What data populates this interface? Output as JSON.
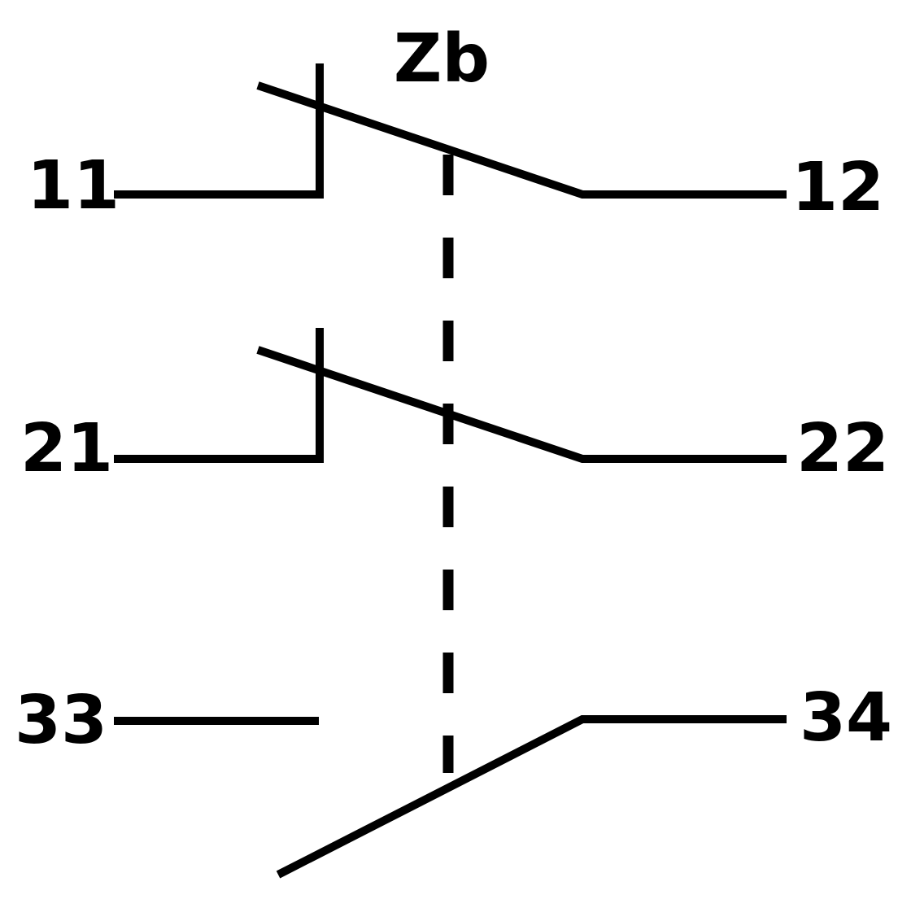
{
  "diagram": {
    "title": "Zb",
    "contacts": [
      {
        "type": "normally-closed",
        "left_terminal": "11",
        "right_terminal": "12"
      },
      {
        "type": "normally-closed",
        "left_terminal": "21",
        "right_terminal": "22"
      },
      {
        "type": "normally-open",
        "left_terminal": "33",
        "right_terminal": "34"
      }
    ],
    "mechanical_link": "dashed",
    "colors": {
      "line": "#000000",
      "background": "#ffffff"
    }
  }
}
